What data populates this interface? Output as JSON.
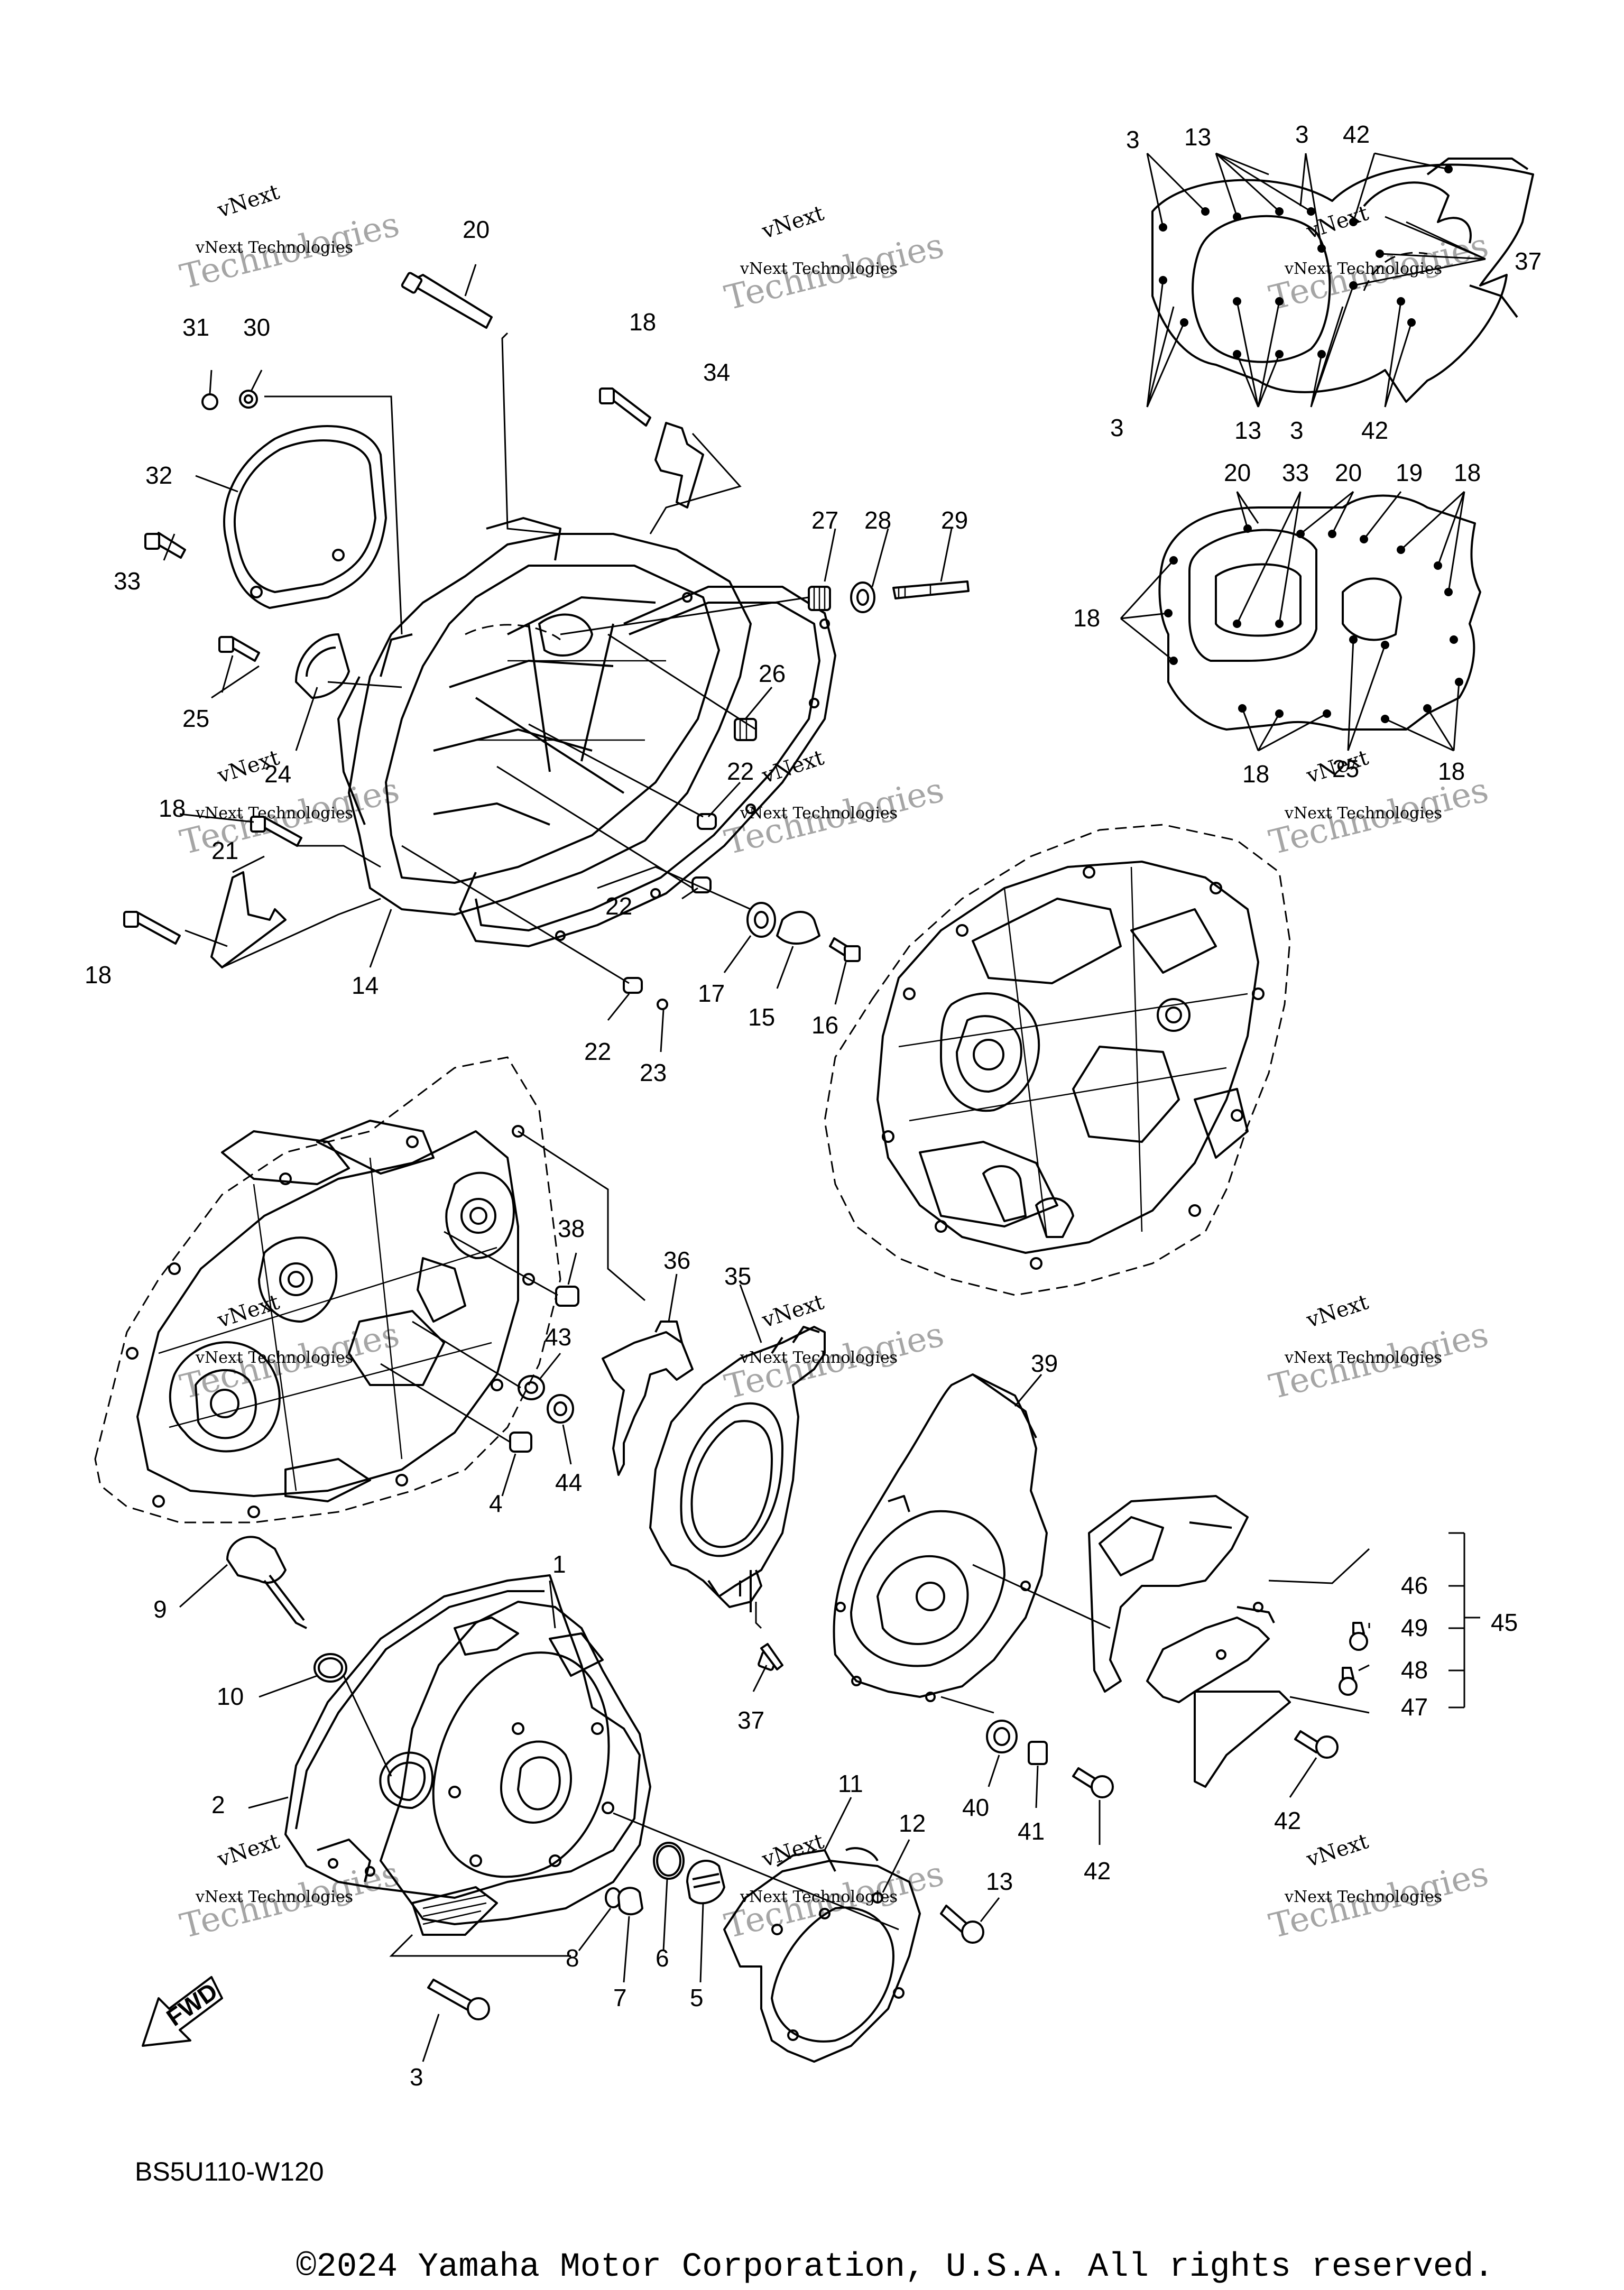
{
  "diagram": {
    "code": "BS5U110-W120",
    "copyright": "©2024 Yamaha Motor Corporation, U.S.A. All rights reserved.",
    "fwd_label": "FWD",
    "watermark": {
      "line1": "vNext",
      "line2": "vNext Technologies",
      "line3": "Technologies"
    },
    "callouts": [
      {
        "id": "c20a",
        "text": "20"
      },
      {
        "id": "c31",
        "text": "31"
      },
      {
        "id": "c30",
        "text": "30"
      },
      {
        "id": "c18a",
        "text": "18"
      },
      {
        "id": "c34",
        "text": "34"
      },
      {
        "id": "c32",
        "text": "32"
      },
      {
        "id": "c27",
        "text": "27"
      },
      {
        "id": "c28",
        "text": "28"
      },
      {
        "id": "c29",
        "text": "29"
      },
      {
        "id": "c33a",
        "text": "33"
      },
      {
        "id": "c25a",
        "text": "25"
      },
      {
        "id": "c26",
        "text": "26"
      },
      {
        "id": "c24",
        "text": "24"
      },
      {
        "id": "c22a",
        "text": "22"
      },
      {
        "id": "c18b",
        "text": "18"
      },
      {
        "id": "c21",
        "text": "21"
      },
      {
        "id": "c22b",
        "text": "22"
      },
      {
        "id": "c18c",
        "text": "18"
      },
      {
        "id": "c14",
        "text": "14"
      },
      {
        "id": "c17",
        "text": "17"
      },
      {
        "id": "c15",
        "text": "15"
      },
      {
        "id": "c16",
        "text": "16"
      },
      {
        "id": "c22c",
        "text": "22"
      },
      {
        "id": "c23",
        "text": "23"
      },
      {
        "id": "c38",
        "text": "38"
      },
      {
        "id": "c36",
        "text": "36"
      },
      {
        "id": "c35",
        "text": "35"
      },
      {
        "id": "c43",
        "text": "43"
      },
      {
        "id": "c44",
        "text": "44"
      },
      {
        "id": "c4",
        "text": "4"
      },
      {
        "id": "c39",
        "text": "39"
      },
      {
        "id": "c9",
        "text": "9"
      },
      {
        "id": "c1",
        "text": "1"
      },
      {
        "id": "c10",
        "text": "10"
      },
      {
        "id": "c46",
        "text": "46"
      },
      {
        "id": "c49",
        "text": "49"
      },
      {
        "id": "c45",
        "text": "45"
      },
      {
        "id": "c48",
        "text": "48"
      },
      {
        "id": "c47",
        "text": "47"
      },
      {
        "id": "c37a",
        "text": "37"
      },
      {
        "id": "c2",
        "text": "2"
      },
      {
        "id": "c40",
        "text": "40"
      },
      {
        "id": "c41",
        "text": "41"
      },
      {
        "id": "c42a",
        "text": "42"
      },
      {
        "id": "c42b",
        "text": "42"
      },
      {
        "id": "c11",
        "text": "11"
      },
      {
        "id": "c12",
        "text": "12"
      },
      {
        "id": "c13a",
        "text": "13"
      },
      {
        "id": "c8",
        "text": "8"
      },
      {
        "id": "c7",
        "text": "7"
      },
      {
        "id": "c6",
        "text": "6"
      },
      {
        "id": "c5",
        "text": "5"
      },
      {
        "id": "c3a",
        "text": "3"
      },
      {
        "id": "t3a",
        "text": "3"
      },
      {
        "id": "t13a",
        "text": "13"
      },
      {
        "id": "t3b",
        "text": "3"
      },
      {
        "id": "t42a",
        "text": "42"
      },
      {
        "id": "t37",
        "text": "37"
      },
      {
        "id": "t3c",
        "text": "3"
      },
      {
        "id": "t13b",
        "text": "13"
      },
      {
        "id": "t3d",
        "text": "3"
      },
      {
        "id": "t42b",
        "text": "42"
      },
      {
        "id": "t20a",
        "text": "20"
      },
      {
        "id": "t33",
        "text": "33"
      },
      {
        "id": "t20b",
        "text": "20"
      },
      {
        "id": "t19",
        "text": "19"
      },
      {
        "id": "t18a",
        "text": "18"
      },
      {
        "id": "t18b",
        "text": "18"
      },
      {
        "id": "t18c",
        "text": "18"
      },
      {
        "id": "t25",
        "text": "25"
      },
      {
        "id": "t18d",
        "text": "18"
      }
    ]
  }
}
